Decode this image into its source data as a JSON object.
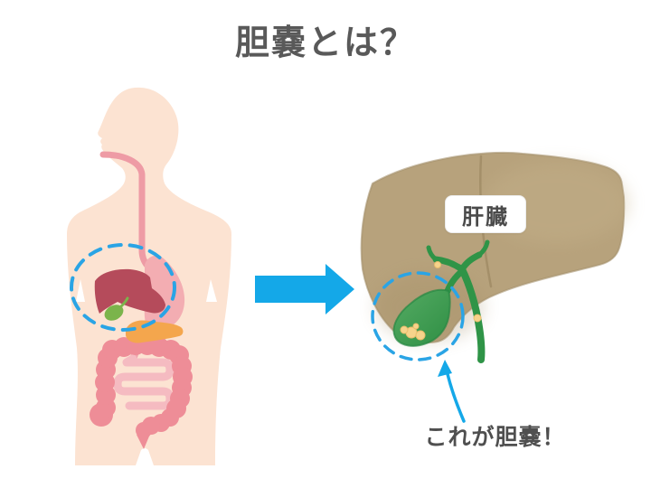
{
  "title": {
    "text": "胆嚢とは？"
  },
  "right_figure": {
    "liver_label": "肝臓",
    "caption": "これが胆嚢！"
  },
  "palette": {
    "text_gray": "#595959",
    "accent_blue": "#14a8e8",
    "dashed_blue": "#2aa4e5",
    "body_skin": "#fce3d2",
    "esophagus_pink": "#ee9ba5",
    "stomach_pink": "#f3adb2",
    "duodenum_pink": "#f0a2ab",
    "liver_maroon": "#b54b5b",
    "gallbladder_green_small": "#7bb44b",
    "pancreas_orange": "#f4a64d",
    "large_intestine_pink": "#ee8d97",
    "small_intestine_pink": "#f5bbc1",
    "liver_tan": "#b7a27c",
    "liver_ridge": "#9f8b64",
    "duct_green": "#2f9447",
    "gallstone_yellow": "#f6d38b",
    "gallstone_edge": "#e9bd6b"
  }
}
